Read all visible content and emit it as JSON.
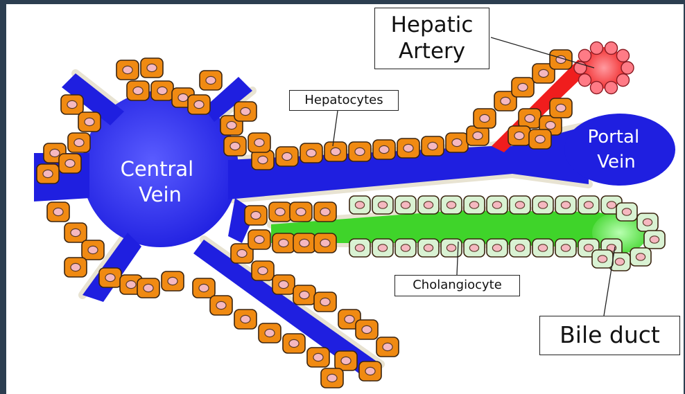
{
  "labels": {
    "central_vein": [
      "Central",
      "Vein"
    ],
    "portal_vein": [
      "Portal",
      "Vein"
    ],
    "hepatic_artery": [
      "Hepatic",
      "Artery"
    ],
    "hepatocytes": "Hepatocytes",
    "cholangiocyte": "Cholangiocyte",
    "bile_duct": "Bile duct"
  },
  "colors": {
    "frame": "#2c3e50",
    "vein": "#1f1fe0",
    "artery": "#f01d1d",
    "bile": "#3fd42a",
    "hepatocyte": "#f08a12",
    "hepatocyte_nucleus": "#f5b8c0",
    "cholangiocyte": "#d9f2d3",
    "membrane": "#e8e3d2"
  }
}
